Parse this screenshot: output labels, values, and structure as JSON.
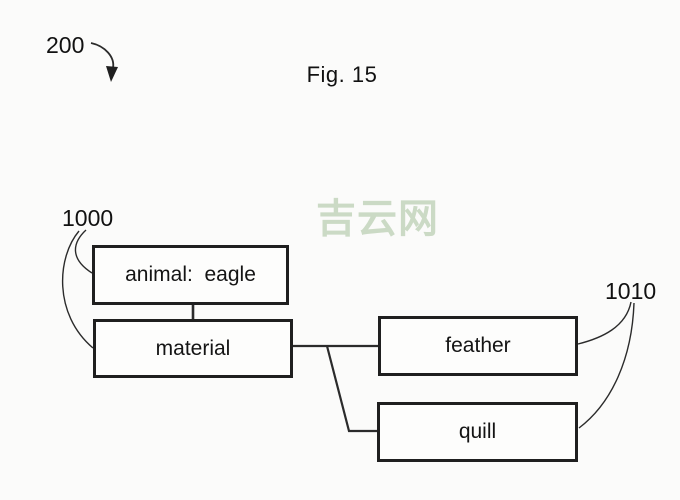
{
  "figure": {
    "title": "Fig. 15",
    "watermark": "吉云网",
    "refs": {
      "figure_ref": "200",
      "group_ref": "1000",
      "parts_ref": "1010"
    },
    "nodes": {
      "animal": "animal:  eagle",
      "material": "material",
      "feather": "feather",
      "quill": "quill"
    },
    "colors": {
      "background": "#fbfbfa",
      "line": "#2b2b2b",
      "text": "#141414",
      "watermark": "#cbdac5"
    }
  }
}
